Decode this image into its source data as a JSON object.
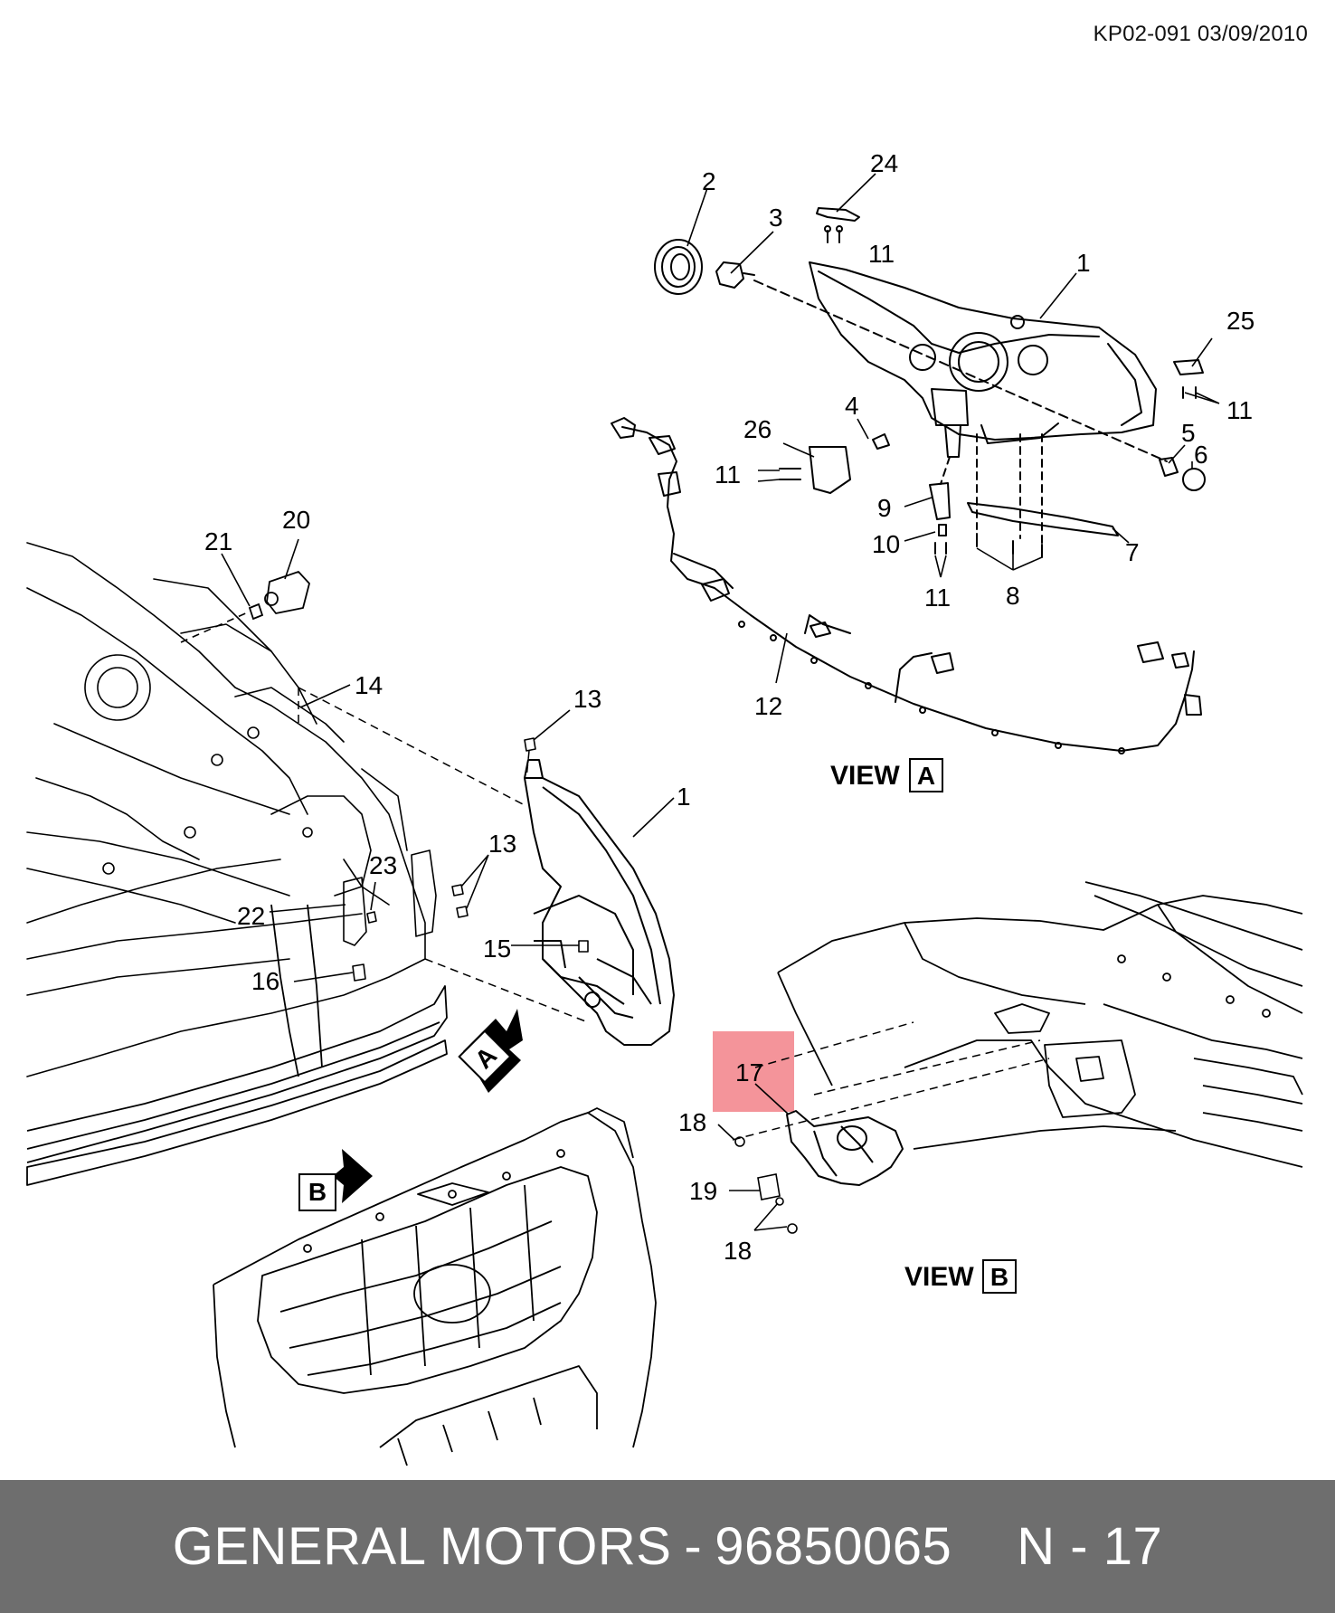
{
  "document": {
    "reference": "KP02-091 03/09/2010"
  },
  "views": {
    "view_a": {
      "word": "VIEW",
      "letter": "A"
    },
    "view_b": {
      "word": "VIEW",
      "letter": "B"
    },
    "arrow_a": "A",
    "arrow_b": "B"
  },
  "callouts": {
    "c24": "24",
    "c2": "2",
    "c3": "3",
    "c11_top": "11",
    "c1_top": "1",
    "c25": "25",
    "c11_right": "11",
    "c4": "4",
    "c26": "26",
    "c11_left": "11",
    "c5": "5",
    "c6": "6",
    "c9": "9",
    "c10": "10",
    "c7": "7",
    "c11_bottom": "11",
    "c8": "8",
    "c12": "12",
    "c21": "21",
    "c20": "20",
    "c14": "14",
    "c13_top": "13",
    "c1_mid": "1",
    "c13_mid": "13",
    "c23": "23",
    "c22": "22",
    "c15": "15",
    "c16": "16",
    "c17": "17",
    "c18_top": "18",
    "c19": "19",
    "c18_bottom": "18"
  },
  "highlight": {
    "part": "17",
    "color": "#f4949a"
  },
  "footer": {
    "brand": "GENERAL MOTORS",
    "separator": "-",
    "part_number": "96850065",
    "page_label": "N - 17"
  }
}
